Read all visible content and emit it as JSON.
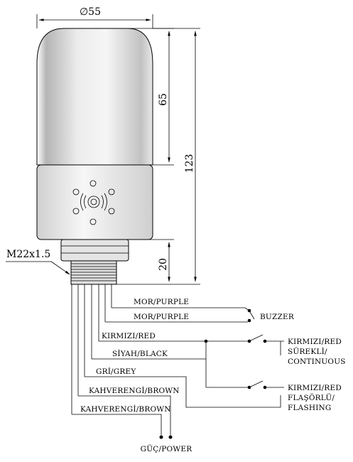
{
  "dimensions": {
    "diameter": "∅55",
    "dome_height": "65",
    "total_height": "123",
    "base_height": "20",
    "thread": "M22x1.5"
  },
  "wires": {
    "purple_1": "MOR/PURPLE",
    "purple_2": "MOR/PURPLE",
    "red": "KIRMIZI/RED",
    "black": "SİYAH/BLACK",
    "grey": "GRİ/GREY",
    "brown_1": "KAHVERENGİ/BROWN",
    "brown_2": "KAHVERENGİ/BROWN"
  },
  "outputs": {
    "buzzer": "BUZZER",
    "continuous_line1": "KIRMIZI/RED",
    "continuous_line2": "SÜREKLİ/",
    "continuous_line3": "CONTINUOUS",
    "flashing_line1": "KIRMIZI/RED",
    "flashing_line2": "FLAŞÖRLÜ/",
    "flashing_line3": "FLASHING",
    "power": "GÜÇ/POWER"
  },
  "icons": [
    "speaker-icon",
    "led-indicator-icon"
  ]
}
